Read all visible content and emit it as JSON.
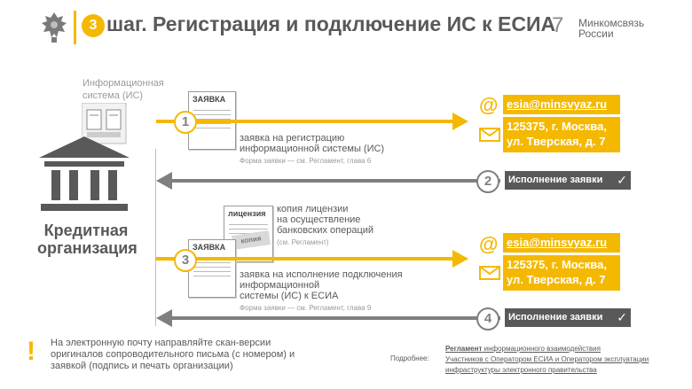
{
  "header": {
    "step_number": "3",
    "title": "шаг. Регистрация и подключение ИС к ЕСИА",
    "slide_number": "7",
    "ministry_line1": "Минкомсвязь",
    "ministry_line2": "России"
  },
  "left": {
    "is_label": "Информационная система (ИС)",
    "org_line1": "Кредитная",
    "org_line2": "организация"
  },
  "step1": {
    "number": "1",
    "doc_title": "ЗАЯВКА",
    "caption_line1": "заявка на регистрацию",
    "caption_line2": "информационной системы (ИС)",
    "caption_note": "Форма заявки — см. Регламент, глава 6",
    "email": "esia@minsvyaz.ru",
    "address_line1": "125375, г. Москва,",
    "address_line2": "ул. Тверская, д. 7"
  },
  "step2": {
    "number": "2",
    "label": "Исполнение заявки"
  },
  "step3": {
    "number": "3",
    "license_title": "лицензия",
    "copy_stamp": "копия",
    "doc_title": "ЗАЯВКА",
    "license_caption_line1": "копия лицензии",
    "license_caption_line2": "на осуществление",
    "license_caption_line3": "банковских операций",
    "license_caption_note": "(см. Регламент)",
    "caption_line1": "заявка на исполнение подключения",
    "caption_line2": "информационной",
    "caption_line3": "системы (ИС) к ЕСИА",
    "caption_note": "Форма заявки — см. Регламент, глава 9",
    "email": "esia@minsvyaz.ru",
    "address_line1": "125375, г. Москва,",
    "address_line2": "ул. Тверская, д. 7"
  },
  "step4": {
    "number": "4",
    "label": "Исполнение заявки"
  },
  "footer": {
    "warning_mark": "!",
    "note_line1": "На электронную почту направляйте скан-версии",
    "note_line2": "оригиналов сопроводительного письма (с номером) и",
    "note_line3": "заявкой (подпись и печать организации)",
    "more_label": "Подробнее:",
    "ref_bold": "Регламент",
    "ref_line1": "информационного взаимодействия",
    "ref_line2": "Участников с Оператором ЕСИА и Оператором эксплуатации",
    "ref_line3": "инфраструктуры электронного правительства"
  },
  "icons": {
    "emblem": "coat-of-arms-icon",
    "bank": "bank-building-icon",
    "server": "server-icon",
    "at": "at-icon",
    "envelope": "envelope-icon",
    "check": "check-icon",
    "warning": "exclamation-icon"
  },
  "colors": {
    "accent": "#f5b800",
    "dark_grey": "#595959",
    "arrow_grey": "#7f7f7f"
  }
}
